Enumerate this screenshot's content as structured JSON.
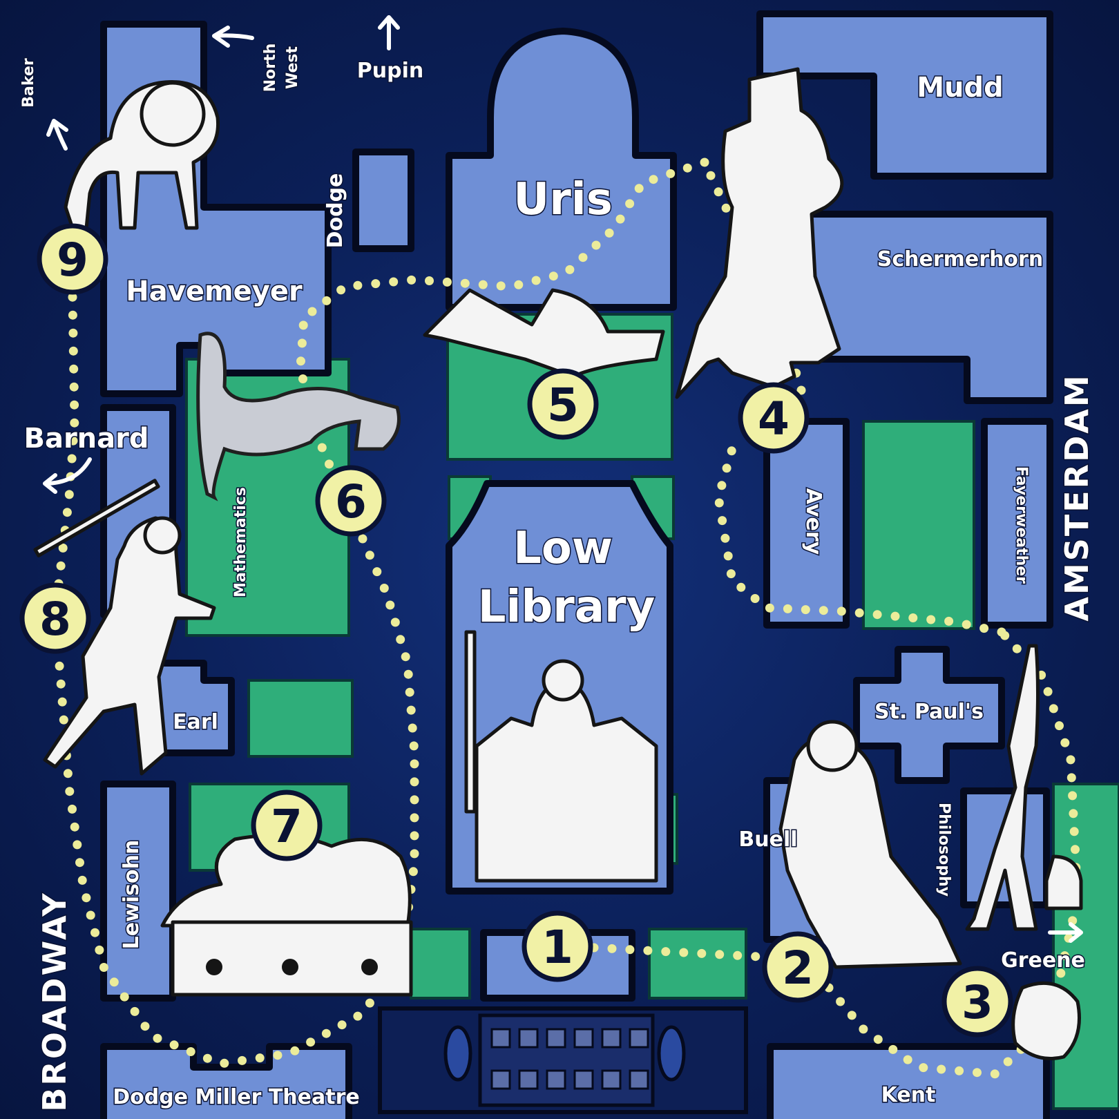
{
  "map": {
    "colors": {
      "background": "#0b1f57",
      "building": "#6f8fd6",
      "lawn": "#2fae7a",
      "stop_marker": "#f1f1a6",
      "path_dots": "#ecec9a"
    },
    "buildings": {
      "uris": "Uris",
      "low_library_line1": "Low",
      "low_library_line2": "Library",
      "havemeyer": "Havemeyer",
      "mudd": "Mudd",
      "schermerhorn": "Schermerhorn",
      "avery": "Avery",
      "fayerweather": "Fayerweather",
      "mathematics": "Mathematics",
      "earl": "Earl",
      "lewisohn": "Lewisohn",
      "dodge": "Dodge",
      "st_pauls": "St. Paul's",
      "buell": "Buell",
      "philosophy": "Philosophy",
      "kent": "Kent",
      "dodge_miller_theatre": "Dodge Miller Theatre"
    },
    "directions": {
      "baker": "Baker",
      "north_west_line1": "North",
      "north_west_line2": "West",
      "pupin": "Pupin",
      "barnard": "Barnard",
      "greene": "Greene"
    },
    "streets": {
      "broadway": "BROADWAY",
      "amsterdam": "AMSTERDAM"
    },
    "stops": [
      "1",
      "2",
      "3",
      "4",
      "5",
      "6",
      "7",
      "8",
      "9"
    ]
  }
}
